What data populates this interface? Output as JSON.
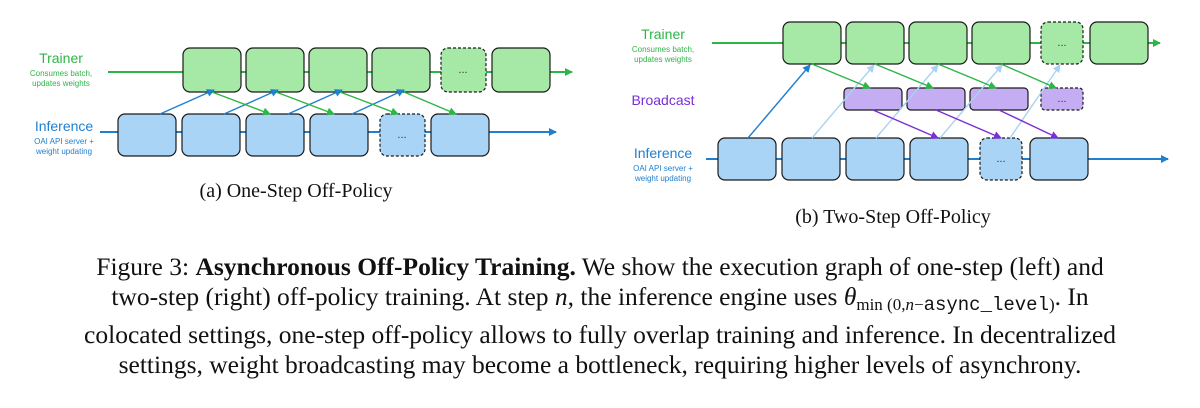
{
  "colors": {
    "trainer": "#2db548",
    "trainer_fill": "#a6e9a6",
    "inference": "#1f7fd1",
    "inference_fill": "#a9d4f6",
    "broadcast": "#7a2fd6",
    "broadcast_fill": "#c5adf3",
    "box_stroke": "#1a1a1a",
    "light_arrow": "#a9d3f1"
  },
  "icons": {
    "ellipsis": "...",
    "arrowhead": "arrowhead-icon"
  },
  "panel_a": {
    "trainer_label": "Trainer",
    "trainer_sub_1": "Consumes batch,",
    "trainer_sub_2": "updates weights",
    "inference_label": "Inference",
    "inference_sub_1": "OAI API server +",
    "inference_sub_2": "weight updating",
    "ellipsis_trainer": "...",
    "ellipsis_inference": "...",
    "caption": "(a) One-Step Off-Policy"
  },
  "panel_b": {
    "trainer_label": "Trainer",
    "trainer_sub_1": "Consumes batch,",
    "trainer_sub_2": "updates weights",
    "broadcast_label": "Broadcast",
    "inference_label": "Inference",
    "inference_sub_1": "OAI API server +",
    "inference_sub_2": "weight updating",
    "ellipsis_trainer": "...",
    "ellipsis_broadcast": "...",
    "ellipsis_inference": "...",
    "caption": "(b) Two-Step Off-Policy"
  },
  "figure_caption": {
    "label": "Figure 3:",
    "title": "Asynchronous Off-Policy Training.",
    "line1_rest": "We show the execution graph of one-step (left) and",
    "line2_a": "two-step (right) off-policy training. At step",
    "step_var": "n",
    "line2_b": ", the inference engine uses",
    "theta": "θ",
    "min_a": "min",
    "min_b": "(0,",
    "min_n": "n",
    "min_c": "−",
    "mono": "async_level",
    "min_d": ")",
    "line2_end": ". In",
    "line3": "colocated settings, one-step off-policy allows to fully overlap training and inference. In decentralized",
    "line4": "settings, weight broadcasting may become a bottleneck, requiring higher levels of asynchrony."
  }
}
